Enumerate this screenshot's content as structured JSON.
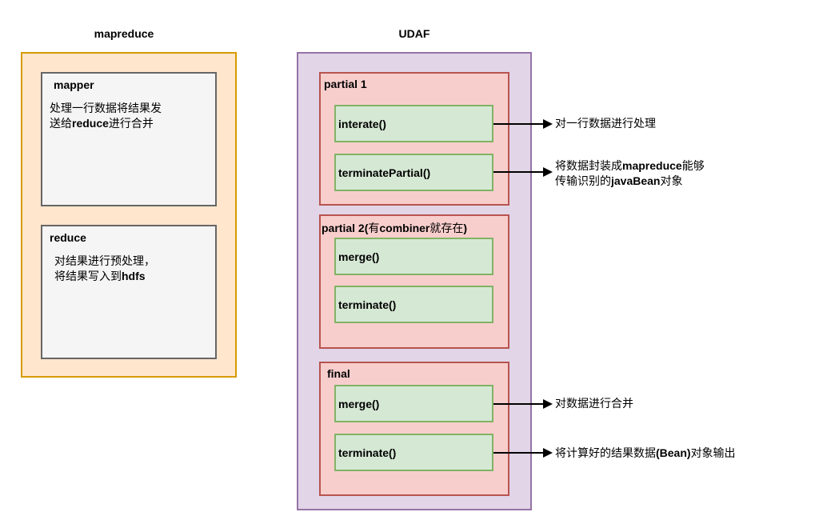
{
  "mapreduce": {
    "title": "mapreduce",
    "mapper": {
      "label": "mapper",
      "desc_line1": "处理一行数据将结果发",
      "desc_line2_pre": "送给",
      "desc_line2_bold": "reduce",
      "desc_line2_post": "进行合并"
    },
    "reduce": {
      "label": "reduce",
      "desc_line1": "对结果进行预处理，",
      "desc_line2_pre": "将结果写入到",
      "desc_line2_bold": "hdfs"
    }
  },
  "udaf": {
    "title": "UDAF",
    "phases": [
      {
        "label": "partial 1",
        "functions": [
          "interate()",
          "terminatePartial()"
        ]
      },
      {
        "label_pre": "partial 2(",
        "label_cn1": "有",
        "label_mid": "combiner",
        "label_cn2": "就存在",
        "label_post": ")",
        "functions": [
          "merge()",
          "terminate()"
        ]
      },
      {
        "label": "final",
        "functions": [
          "merge()",
          "terminate()"
        ]
      }
    ]
  },
  "annotations": {
    "interate": "对一行数据进行处理",
    "terminatePartial_line1_pre": "将数据封装成",
    "terminatePartial_line1_bold": "mapreduce",
    "terminatePartial_line1_post": "能够",
    "terminatePartial_line2_pre": "传输识别的",
    "terminatePartial_line2_bold": "javaBean",
    "terminatePartial_line2_post": "对象",
    "final_merge": "对数据进行合并",
    "final_terminate_pre": "将计算好的结果数据",
    "final_terminate_bold": "(Bean)",
    "final_terminate_post": "对象输出"
  }
}
